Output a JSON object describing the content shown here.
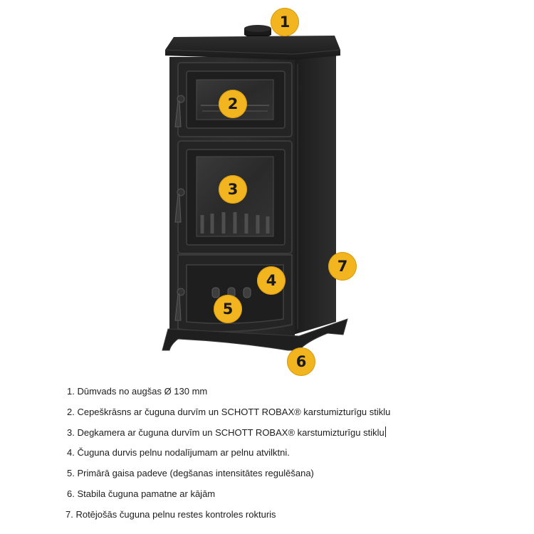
{
  "callouts": [
    "1",
    "2",
    "3",
    "4",
    "5",
    "6",
    "7"
  ],
  "colors": {
    "badge": "#f2b51f",
    "stove_body": "#262626",
    "stove_top": "#1e1e1e"
  },
  "legend": [
    "1. Dūmvads no augšas Ø 130 mm",
    "2. Cepeškrāsns ar čuguna durvīm un SCHOTT ROBAX® karstumizturīgu stiklu",
    "3. Degkamera ar čuguna durvīm un SCHOTT ROBAX® karstumizturīgu stiklu",
    "4. Čuguna durvis pelnu nodalījumam ar pelnu atvilktni.",
    "5. Primārā gaisa padeve (degšanas intensitātes regulēšana)",
    "6. Stabila čuguna pamatne ar kājām",
    " 7. Rotējošās čuguna pelnu restes kontroles rokturis"
  ]
}
